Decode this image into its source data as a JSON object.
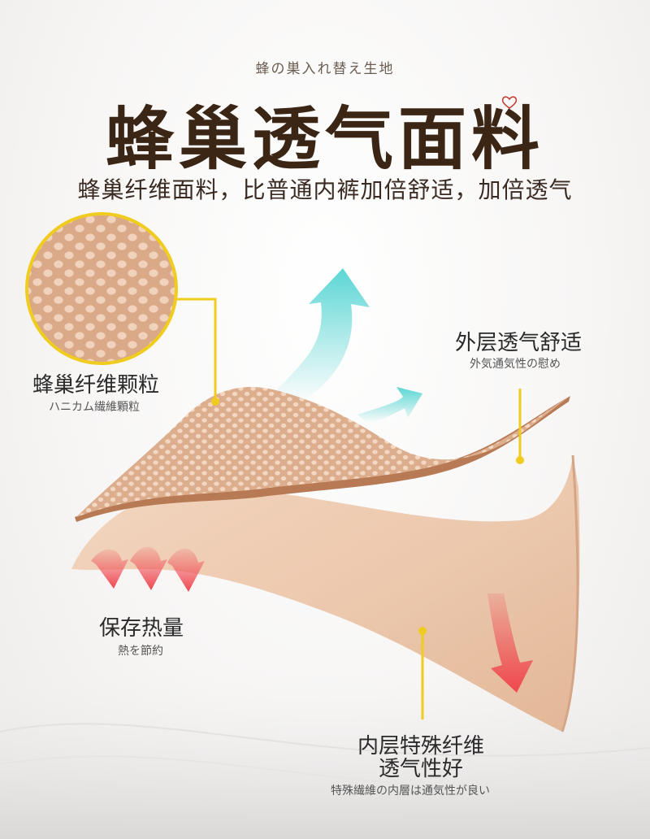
{
  "header": {
    "japanese_subtitle": "蜂の巣入れ替え生地",
    "title": "蜂巢透气面料",
    "subtitle": "蜂巢纤维面料，比普通内裤加倍舒适，加倍透气"
  },
  "callouts": {
    "honeycomb": {
      "label": "蜂巢纤维颗粒",
      "sub": "ハニカム繊維顆粒"
    },
    "outer": {
      "label": "外层透气舒适",
      "sub": "外気通気性の慰め"
    },
    "heat": {
      "label": "保存热量",
      "sub": "熱を節約"
    },
    "inner": {
      "label_line1": "内层特殊纤维",
      "label_line2": "透气性好",
      "sub": "特殊繊維の内層は通気性が良い"
    }
  },
  "colors": {
    "title": "#3b2616",
    "fabric": "#e9c6ab",
    "fabric_edge": "#b77a55",
    "leader": "#f0cc1e",
    "arrow_cool": "#5bd6d4",
    "arrow_warm": "#f0474f"
  }
}
